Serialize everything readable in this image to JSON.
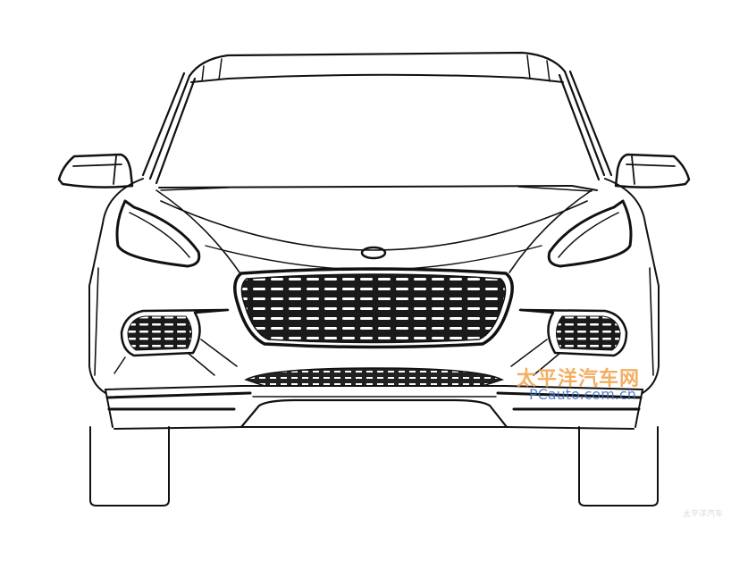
{
  "figure": {
    "subject": "Car front view line drawing",
    "view": "front",
    "background_color": "#ffffff",
    "line_color": "#111111"
  },
  "watermarks": {
    "site_name_cn": "太平洋汽车网",
    "site_url": "PCauto.com.cn",
    "corner_mark": "太平洋汽车",
    "cn_color": "#f0a24a",
    "url_color": "#3d6fc4"
  },
  "parts": {
    "roof": "roof-panel",
    "windshield": "windshield",
    "mirrors": [
      "left-side-mirror",
      "right-side-mirror"
    ],
    "headlights": [
      "left-headlight",
      "right-headlight"
    ],
    "emblem": "oval-badge",
    "grille": "main-grille",
    "fog_lamps": [
      "left-fog-intake",
      "right-fog-intake"
    ],
    "lower_intake": "lower-air-intake",
    "splitter": "front-splitter",
    "wheels": [
      "left-front-tire",
      "right-front-tire"
    ]
  }
}
